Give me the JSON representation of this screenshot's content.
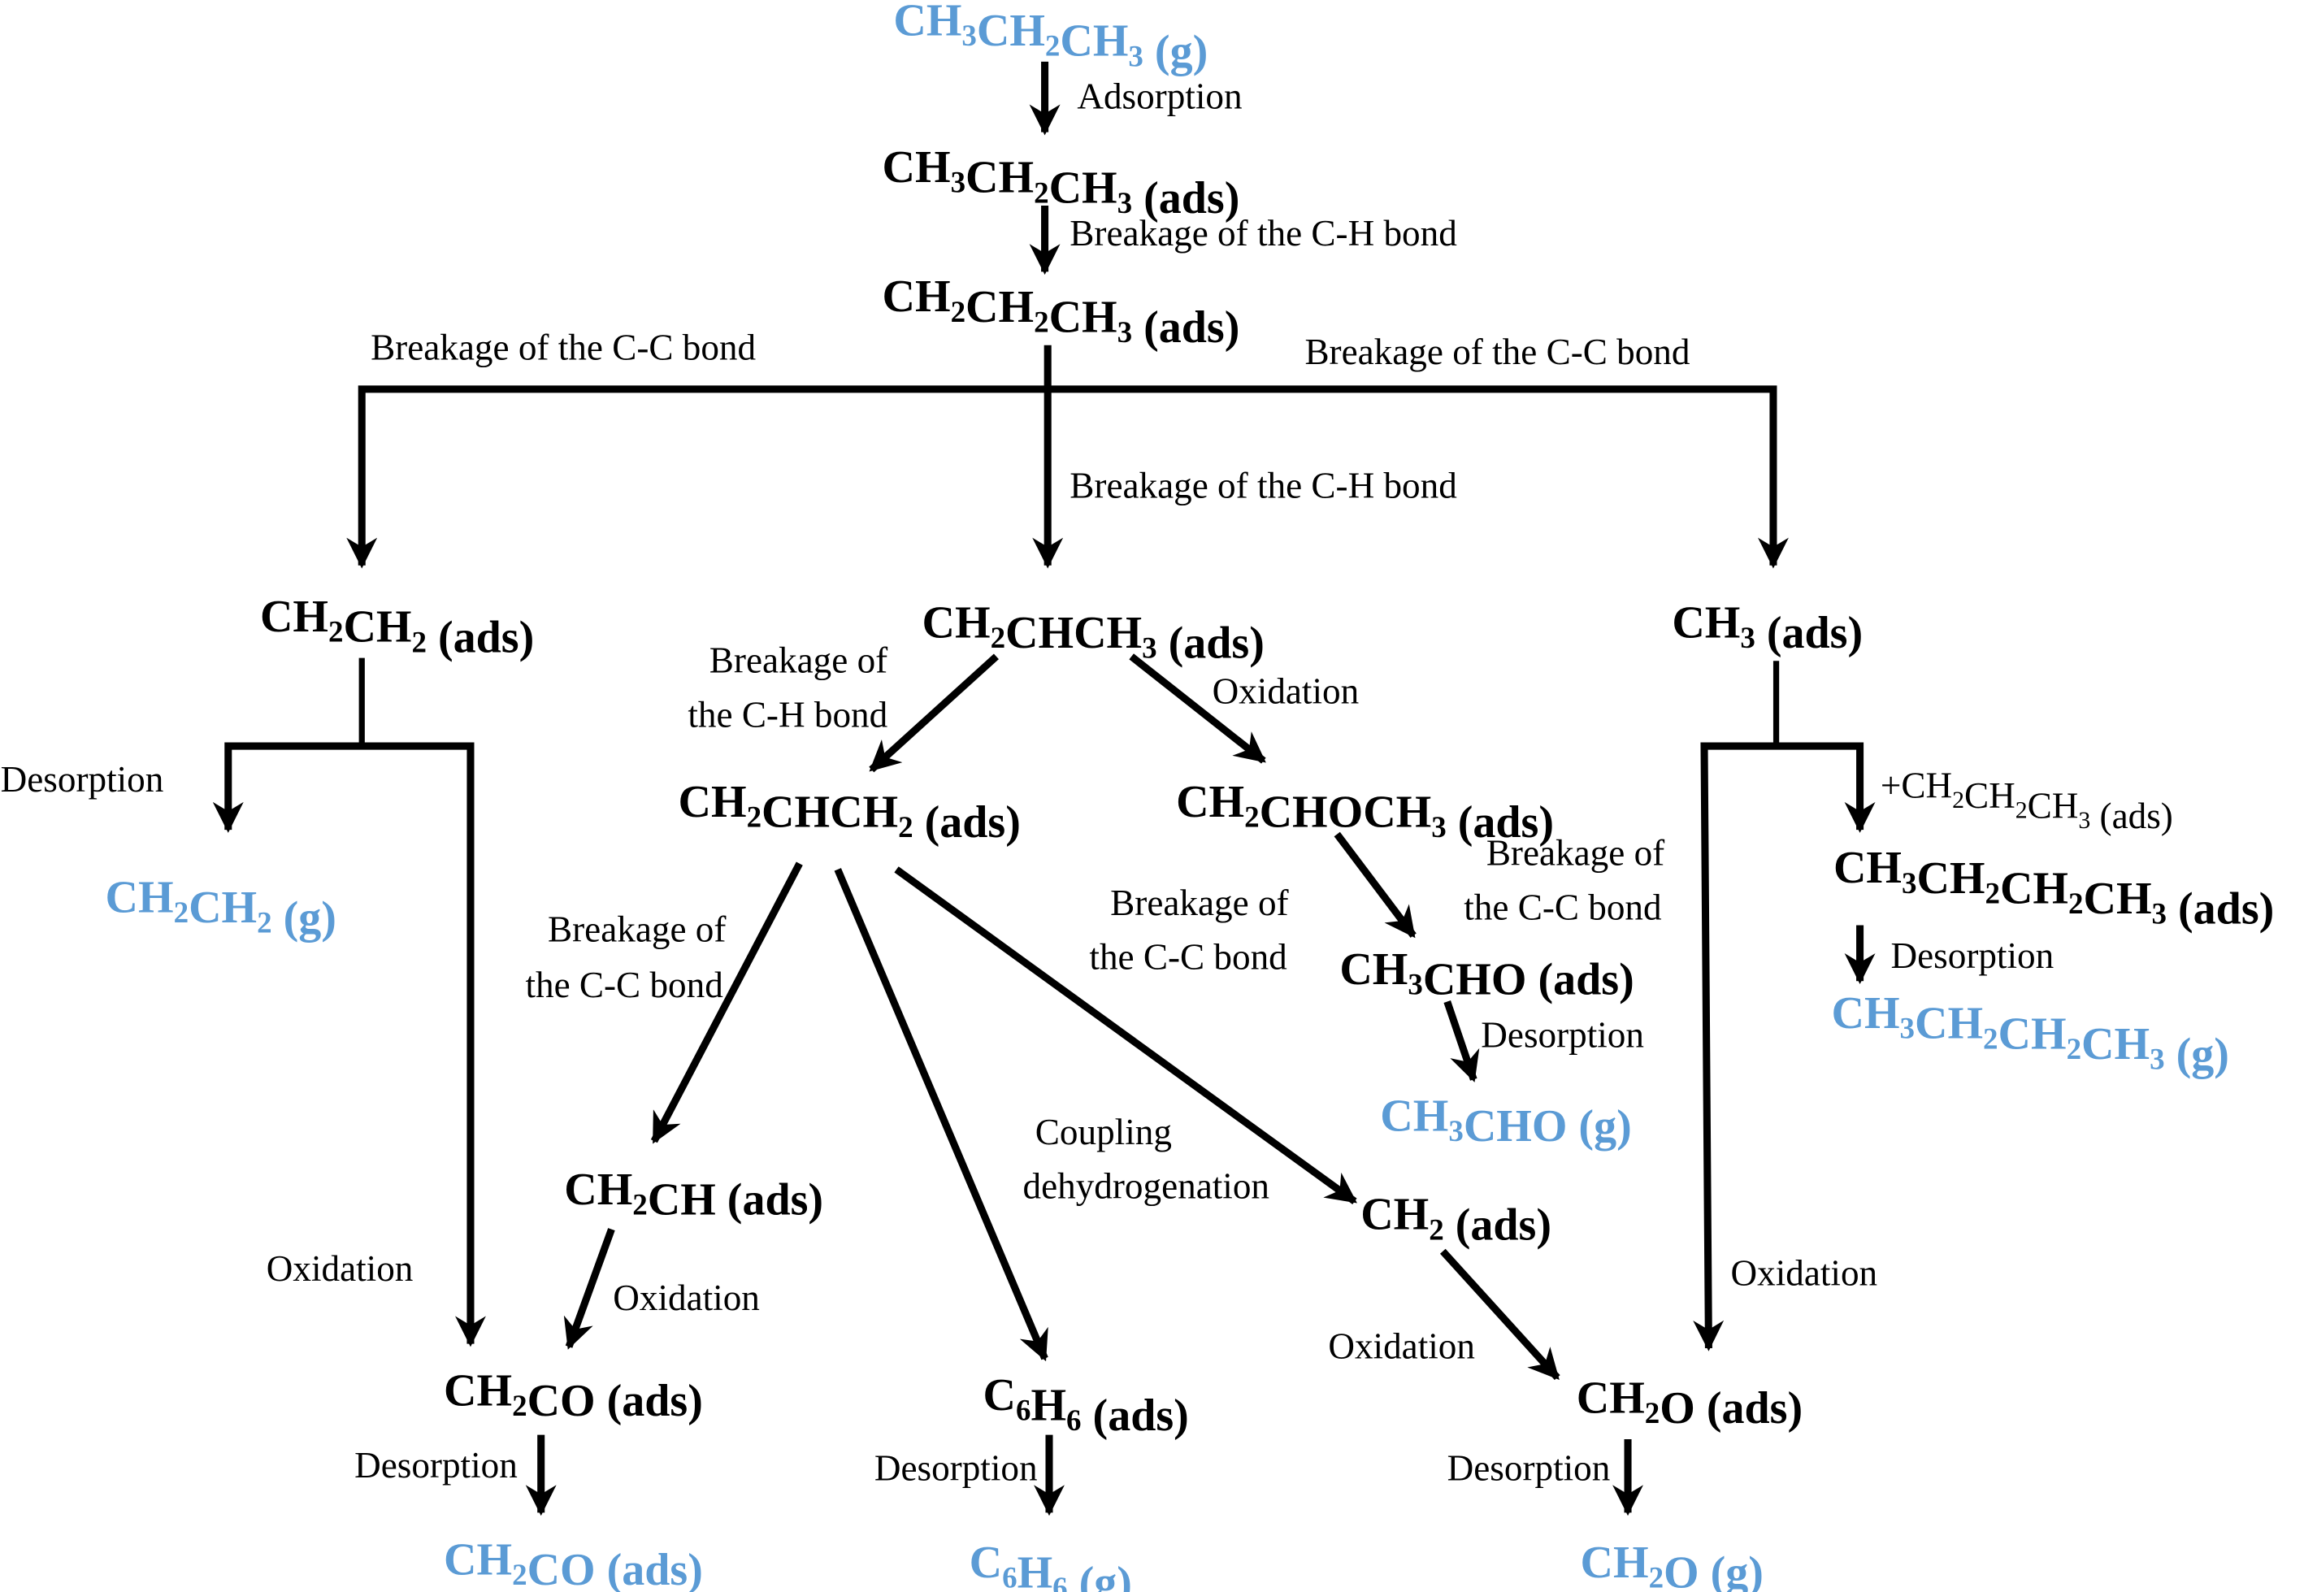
{
  "colors": {
    "gas_phase": "#5b9bd5",
    "adsorbed": "#000000",
    "arrow": "#000000"
  },
  "species": {
    "propane_g": {
      "main": [
        [
          "CH",
          "3"
        ],
        [
          "CH",
          "2"
        ],
        [
          "CH",
          "3"
        ]
      ],
      "suffix": " (g)",
      "phase": "gas"
    },
    "propane_ads": {
      "main": [
        [
          "CH",
          "3"
        ],
        [
          "CH",
          "2"
        ],
        [
          "CH",
          "3"
        ]
      ],
      "suffix": " (ads)",
      "phase": "ads"
    },
    "propyl_ads": {
      "main": [
        [
          "CH",
          "2"
        ],
        [
          "CH",
          "2"
        ],
        [
          "CH",
          "3"
        ]
      ],
      "suffix": " (ads)",
      "phase": "ads"
    },
    "ethylene_ads": {
      "main": [
        [
          "CH",
          "2"
        ],
        [
          "CH",
          "2"
        ]
      ],
      "suffix": " (ads)",
      "phase": "ads"
    },
    "propylene_ads": {
      "main": [
        [
          "CH",
          "2"
        ],
        [
          "CHCH",
          "3"
        ]
      ],
      "suffix": " (ads)",
      "phase": "ads"
    },
    "methyl_ads": {
      "main": [
        [
          "CH",
          "3"
        ]
      ],
      "suffix": " (ads)",
      "phase": "ads"
    },
    "ethylene_g": {
      "main": [
        [
          "CH",
          "2"
        ],
        [
          "CH",
          "2"
        ]
      ],
      "suffix": " (g)",
      "phase": "gas"
    },
    "allyl_ads": {
      "main": [
        [
          "CH",
          "2"
        ],
        [
          "CHCH",
          "2"
        ]
      ],
      "suffix": " (ads)",
      "phase": "ads"
    },
    "ether_ads": {
      "main": [
        [
          "CH",
          "2"
        ],
        [
          "CHOCH",
          "3"
        ]
      ],
      "suffix": " (ads)",
      "phase": "ads"
    },
    "butane_ads": {
      "main": [
        [
          "CH",
          "3"
        ],
        [
          "CH",
          "2"
        ],
        [
          "CH",
          "2"
        ],
        [
          "CH",
          "3"
        ]
      ],
      "suffix": " (ads)",
      "phase": "ads"
    },
    "butane_g": {
      "main": [
        [
          "CH",
          "3"
        ],
        [
          "CH",
          "2"
        ],
        [
          "CH",
          "2"
        ],
        [
          "CH",
          "3"
        ]
      ],
      "suffix": " (g)",
      "phase": "gas"
    },
    "acetaldehyde_ads": {
      "main": [
        [
          "CH",
          "3"
        ],
        [
          "CHO",
          ""
        ]
      ],
      "suffix": " (ads)",
      "phase": "ads"
    },
    "acetaldehyde_g": {
      "main": [
        [
          "CH",
          "3"
        ],
        [
          "CHO",
          ""
        ]
      ],
      "suffix": " (g)",
      "phase": "gas"
    },
    "vinyl_ads": {
      "main": [
        [
          "CH",
          "2"
        ],
        [
          "CH",
          ""
        ]
      ],
      "suffix": " (ads)",
      "phase": "ads"
    },
    "methylene_ads": {
      "main": [
        [
          "CH",
          "2"
        ]
      ],
      "suffix": " (ads)",
      "phase": "ads"
    },
    "ketene_ads": {
      "main": [
        [
          "CH",
          "2"
        ],
        [
          "CO",
          ""
        ]
      ],
      "suffix": " (ads)",
      "phase": "ads"
    },
    "benzene_ads": {
      "main": [
        [
          "C",
          "6"
        ],
        [
          "H",
          "6"
        ]
      ],
      "suffix": " (ads)",
      "phase": "ads"
    },
    "formaldehyde_ads": {
      "main": [
        [
          "CH",
          "2"
        ],
        [
          "O",
          ""
        ]
      ],
      "suffix": " (ads)",
      "phase": "ads"
    },
    "ketene_final": {
      "main": [
        [
          "CH",
          "2"
        ],
        [
          "CO",
          ""
        ]
      ],
      "suffix": " (ads)",
      "phase": "gas"
    },
    "benzene_g": {
      "main": [
        [
          "C",
          "6"
        ],
        [
          "H",
          "6"
        ]
      ],
      "suffix": " (g)",
      "phase": "gas"
    },
    "formaldehyde_g": {
      "main": [
        [
          "CH",
          "2"
        ],
        [
          "O",
          ""
        ]
      ],
      "suffix": " (g)",
      "phase": "gas"
    }
  },
  "labels": {
    "adsorption": "Adsorption",
    "ch_break_1": "Breakage of the C-H bond",
    "cc_break_left": "Breakage of the C-C bond",
    "cc_break_right": "Breakage of the C-C bond",
    "ch_break_2": "Breakage of the C-H bond",
    "ch_break_3_line1": "Breakage of",
    "ch_break_3_line2": "the C-H bond",
    "oxidation_propylene": "Oxidation",
    "desorption_ethylene": "Desorption",
    "plus_propyl": "+CH",
    "plus_propyl_full": [
      [
        "+CH",
        "2"
      ],
      [
        "CH",
        "2"
      ],
      [
        "CH",
        "3"
      ],
      [
        " (ads)",
        ""
      ]
    ],
    "cc_break_ether_line1": "Breakage of",
    "cc_break_ether_line2": "the C-C bond",
    "cc_break_allyl_right_line1": "Breakage of",
    "cc_break_allyl_right_line2": "the C-C bond",
    "cc_break_allyl_left_line1": "Breakage of",
    "cc_break_allyl_left_line2": "the C-C bond",
    "desorption_butane": "Desorption",
    "desorption_acetaldehyde": "Desorption",
    "coupling_line1": "Coupling",
    "coupling_line2": "dehydrogenation",
    "oxidation_ethylene": "Oxidation",
    "oxidation_vinyl": "Oxidation",
    "oxidation_methyl": "Oxidation",
    "oxidation_methylene": "Oxidation",
    "desorption_ketene": "Desorption",
    "desorption_benzene": "Desorption",
    "desorption_formaldehyde": "Desorption"
  }
}
